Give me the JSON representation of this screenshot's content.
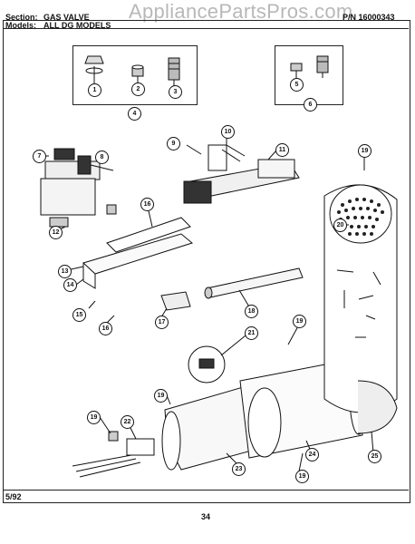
{
  "header": {
    "section_label": "Section:",
    "section_value": "GAS VALVE",
    "watermark": "AppliancePartsPros.com",
    "part_number": "P/N 16000343",
    "models_label": "Models:",
    "models_value": "ALL DG MODELS"
  },
  "footer": {
    "date": "5/92",
    "page": "34"
  },
  "callouts": [
    "1",
    "2",
    "3",
    "4",
    "5",
    "6",
    "7",
    "8",
    "9",
    "10",
    "11",
    "12",
    "13",
    "14",
    "15",
    "16",
    "16",
    "17",
    "18",
    "19",
    "19",
    "19",
    "19",
    "19",
    "20",
    "21",
    "22",
    "23",
    "24",
    "25"
  ]
}
